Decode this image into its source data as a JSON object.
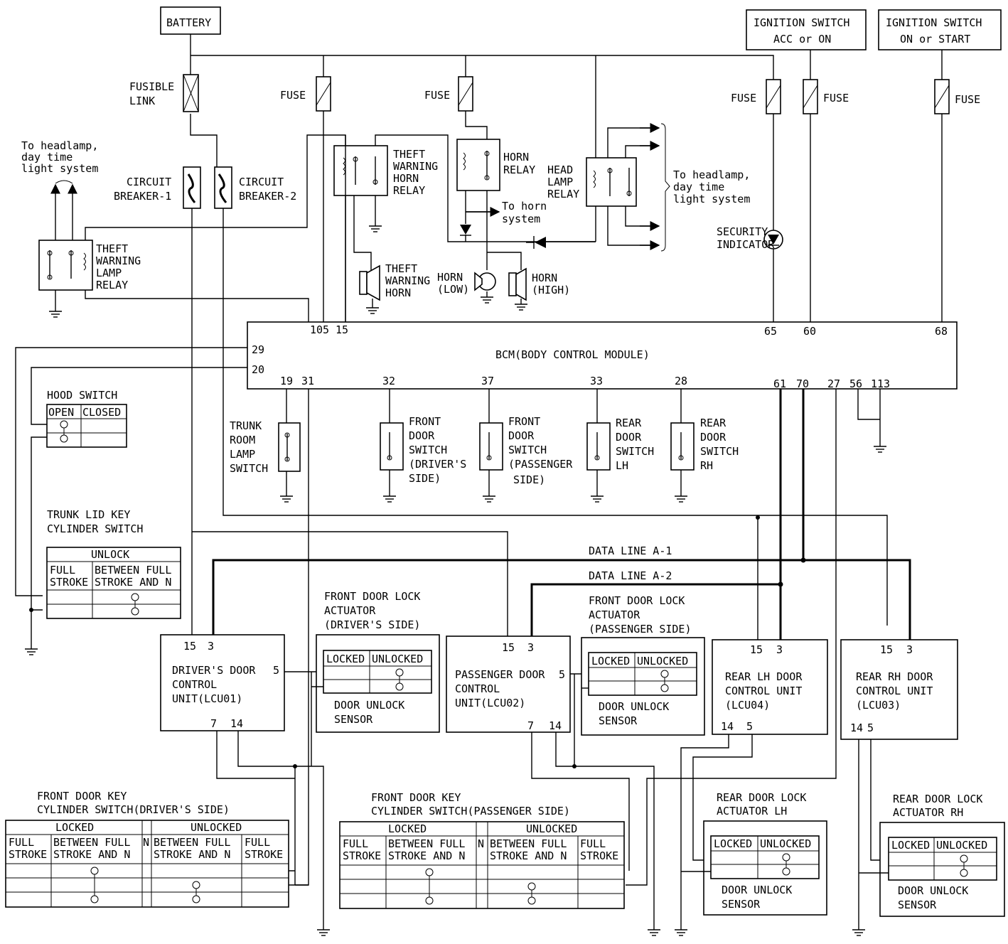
{
  "labels": {
    "battery": "BATTERY",
    "ign_acc_1": "IGNITION SWITCH",
    "ign_acc_2": "ACC or ON",
    "ign_start_1": "IGNITION SWITCH",
    "ign_start_2": "ON or START",
    "fusible_1": "FUSIBLE",
    "fusible_2": "LINK",
    "fuse": "FUSE",
    "cb1_1": "CIRCUIT",
    "cb1_2": "BREAKER-1",
    "cb2_1": "CIRCUIT",
    "cb2_2": "BREAKER-2",
    "headlamp_l_1": "To headlamp,",
    "headlamp_l_2": "day time",
    "headlamp_l_3": "light system",
    "headlamp_r_1": "To headlamp,",
    "headlamp_r_2": "day time",
    "headlamp_r_3": "light system",
    "twhr_1": "THEFT",
    "twhr_2": "WARNING",
    "twhr_3": "HORN",
    "twhr_4": "RELAY",
    "horn_relay_1": "HORN",
    "horn_relay_2": "RELAY",
    "to_horn_1": "To horn",
    "to_horn_2": "system",
    "hl_relay_1": "HEAD",
    "hl_relay_2": "LAMP",
    "hl_relay_3": "RELAY",
    "twlr_1": "THEFT",
    "twlr_2": "WARNING",
    "twlr_3": "LAMP",
    "twlr_4": "RELAY",
    "twh_1": "THEFT",
    "twh_2": "WARNING",
    "twh_3": "HORN",
    "horn_low_1": "HORN",
    "horn_low_2": "(LOW)",
    "horn_high_1": "HORN",
    "horn_high_2": "(HIGH)",
    "security_1": "SECURITY",
    "security_2": "INDICATOR",
    "bcm": "BCM(BODY CONTROL MODULE)",
    "hood_switch": "HOOD SWITCH",
    "open": "OPEN",
    "closed": "CLOSED",
    "trunk_room_1": "TRUNK",
    "trunk_room_2": "ROOM",
    "trunk_room_3": "LAMP",
    "trunk_room_4": "SWITCH",
    "fds_drv_1": "FRONT",
    "fds_drv_2": "DOOR",
    "fds_drv_3": "SWITCH",
    "fds_drv_4": "(DRIVER'S",
    "fds_drv_5": "SIDE)",
    "fds_pas_1": "FRONT",
    "fds_pas_2": "DOOR",
    "fds_pas_3": "SWITCH",
    "fds_pas_4": "(PASSENGER",
    "fds_pas_5": "SIDE)",
    "rds_lh_1": "REAR",
    "rds_lh_2": "DOOR",
    "rds_lh_3": "SWITCH",
    "rds_lh_4": "LH",
    "rds_rh_1": "REAR",
    "rds_rh_2": "DOOR",
    "rds_rh_3": "SWITCH",
    "rds_rh_4": "RH",
    "trunk_key_1": "TRUNK LID KEY",
    "trunk_key_2": "CYLINDER SWITCH",
    "unlock": "UNLOCK",
    "full_1": "FULL",
    "full_2": "STROKE",
    "between_1": "BETWEEN FULL",
    "between_2": "STROKE AND N",
    "data_a1": "DATA LINE A-1",
    "data_a2": "DATA LINE A-2",
    "fdla_drv_1": "FRONT DOOR LOCK",
    "fdla_drv_2": "ACTUATOR",
    "fdla_drv_3": "(DRIVER'S SIDE)",
    "fdla_pas_1": "FRONT DOOR LOCK",
    "fdla_pas_2": "ACTUATOR",
    "fdla_pas_3": "(PASSENGER SIDE)",
    "locked": "LOCKED",
    "unlocked": "UNLOCKED",
    "dus_1": "DOOR UNLOCK",
    "dus_2": "SENSOR",
    "lcu01_1": "DRIVER'S DOOR",
    "lcu01_2": "CONTROL",
    "lcu01_3": "UNIT(LCU01)",
    "lcu02_1": "PASSENGER DOOR",
    "lcu02_2": "CONTROL",
    "lcu02_3": "UNIT(LCU02)",
    "lcu04_1": "REAR LH DOOR",
    "lcu04_2": "CONTROL UNIT",
    "lcu04_3": "(LCU04)",
    "lcu03_1": "REAR RH DOOR",
    "lcu03_2": "CONTROL UNIT",
    "lcu03_3": "(LCU03)",
    "fdk_drv_1": "FRONT DOOR KEY",
    "fdk_drv_2": "CYLINDER SWITCH(DRIVER'S SIDE)",
    "fdk_pas_1": "FRONT DOOR KEY",
    "fdk_pas_2": "CYLINDER SWITCH(PASSENGER SIDE)",
    "n": "N",
    "rdla_lh_1": "REAR DOOR LOCK",
    "rdla_lh_2": "ACTUATOR LH",
    "rdla_rh_1": "REAR DOOR LOCK",
    "rdla_rh_2": "ACTUATOR RH"
  },
  "pins": {
    "p105": "105",
    "p15": "15",
    "p65": "65",
    "p60": "60",
    "p68": "68",
    "p29": "29",
    "p20": "20",
    "p19": "19",
    "p31": "31",
    "p32": "32",
    "p37": "37",
    "p33": "33",
    "p28": "28",
    "p61": "61",
    "p70": "70",
    "p27": "27",
    "p56": "56",
    "p113": "113",
    "u15": "15",
    "u3": "3",
    "u5": "5",
    "u7": "7",
    "u14": "14"
  }
}
